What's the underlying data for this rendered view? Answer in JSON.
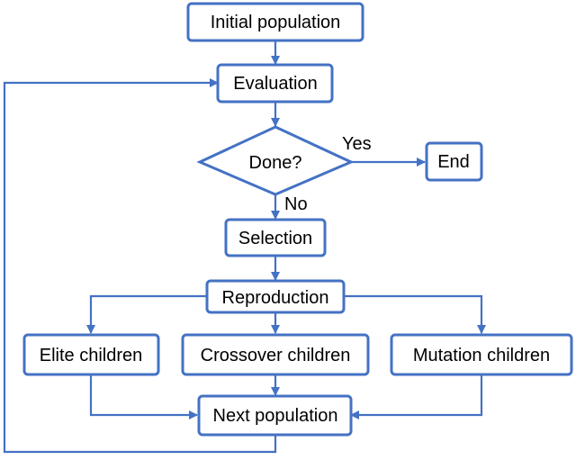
{
  "colors": {
    "stroke": "#4472c4",
    "fill": "#ffffff",
    "text": "#000000"
  },
  "nodes": {
    "initial_population": "Initial population",
    "evaluation": "Evaluation",
    "done": "Done?",
    "end": "End",
    "selection": "Selection",
    "reproduction": "Reproduction",
    "elite_children": "Elite children",
    "crossover_children": "Crossover children",
    "mutation_children": "Mutation children",
    "next_population": "Next population"
  },
  "edge_labels": {
    "yes": "Yes",
    "no": "No"
  }
}
